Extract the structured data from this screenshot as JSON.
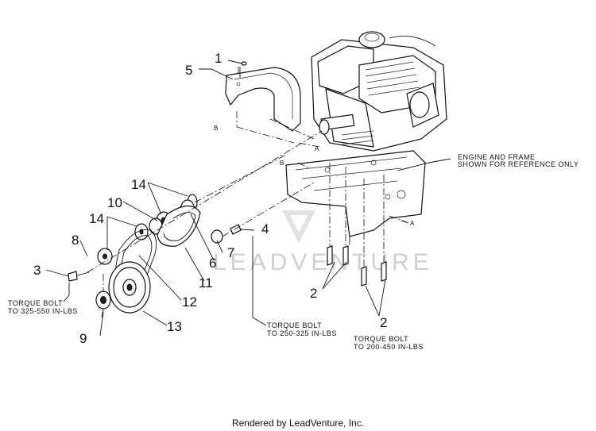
{
  "callouts": {
    "c1": "1",
    "c2a": "2",
    "c2b": "2",
    "c3": "3",
    "c4": "4",
    "c5": "5",
    "c6": "6",
    "c7": "7",
    "c8": "8",
    "c9": "9",
    "c10": "10",
    "c11": "11",
    "c12": "12",
    "c13": "13",
    "c14a": "14",
    "c14b": "14"
  },
  "reference_letters": {
    "a1": "A",
    "a2": "A",
    "b1": "B",
    "b2": "B"
  },
  "notes": {
    "engine_line1": "ENGINE AND FRAME",
    "engine_line2": "SHOWN FOR REFERENCE ONLY",
    "torque_3_line1": "TORQUE BOLT",
    "torque_3_line2": "TO 325-550 IN-LBS",
    "torque_4_line1": "TORQUE BOLT",
    "torque_4_line2": "TO 250-325 IN-LBS",
    "torque_2_line1": "TORQUE BOLT",
    "torque_2_line2": "TO 200-450 IN-LBS"
  },
  "watermark": "LEADVENTURE",
  "footer": "Rendered by LeadVenture, Inc."
}
